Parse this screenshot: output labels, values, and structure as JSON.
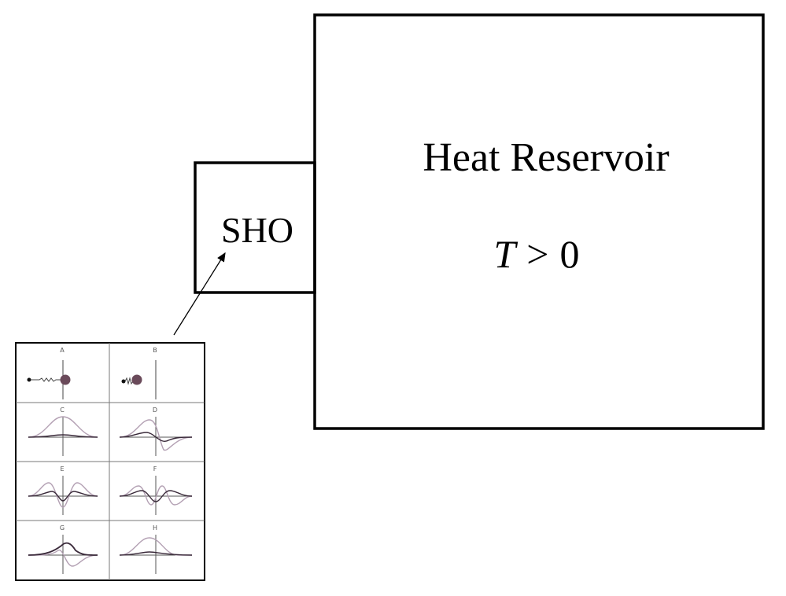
{
  "heat_reservoir": {
    "title": "Heat Reservoir",
    "temperature": {
      "symbol": "T",
      "relation": ">",
      "value": "0"
    }
  },
  "oscillator": {
    "label": "SHO"
  },
  "inset": {
    "panels": [
      {
        "letter": "A"
      },
      {
        "letter": "B"
      },
      {
        "letter": "C"
      },
      {
        "letter": "D"
      },
      {
        "letter": "E"
      },
      {
        "letter": "F"
      },
      {
        "letter": "G"
      },
      {
        "letter": "H"
      }
    ]
  },
  "colors": {
    "line": "#000000",
    "curve_dark": "#3a2a3a",
    "curve_light": "#b3a0b3",
    "ball": "#6a4a5a"
  }
}
